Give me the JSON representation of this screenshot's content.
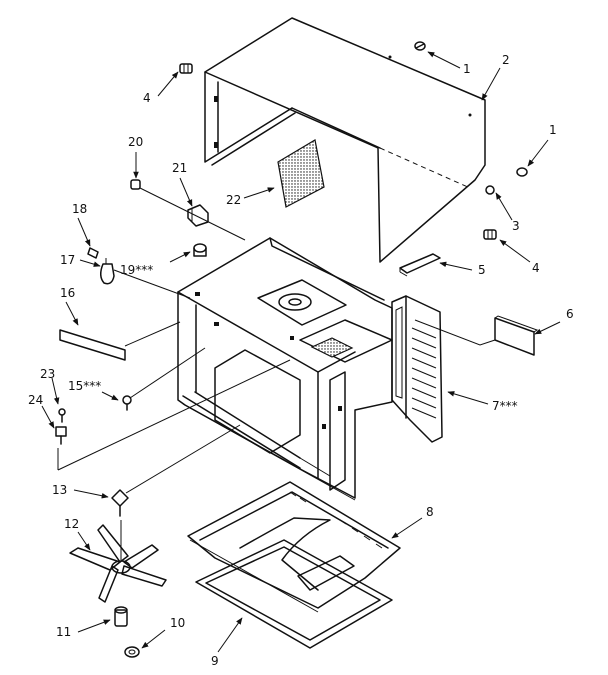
{
  "callouts": [
    {
      "id": "c1a",
      "text": "1"
    },
    {
      "id": "c2",
      "text": "2"
    },
    {
      "id": "c1b",
      "text": "1"
    },
    {
      "id": "c3",
      "text": "3"
    },
    {
      "id": "c4a",
      "text": "4"
    },
    {
      "id": "c4b",
      "text": "4"
    },
    {
      "id": "c5",
      "text": "5"
    },
    {
      "id": "c6",
      "text": "6"
    },
    {
      "id": "c7",
      "text": "7***"
    },
    {
      "id": "c8",
      "text": "8"
    },
    {
      "id": "c9",
      "text": "9"
    },
    {
      "id": "c10",
      "text": "10"
    },
    {
      "id": "c11",
      "text": "11"
    },
    {
      "id": "c12",
      "text": "12"
    },
    {
      "id": "c13",
      "text": "13"
    },
    {
      "id": "c15",
      "text": "15***"
    },
    {
      "id": "c16",
      "text": "16"
    },
    {
      "id": "c17",
      "text": "17"
    },
    {
      "id": "c18",
      "text": "18"
    },
    {
      "id": "c19",
      "text": "19***"
    },
    {
      "id": "c20",
      "text": "20"
    },
    {
      "id": "c21",
      "text": "21"
    },
    {
      "id": "c22",
      "text": "22"
    },
    {
      "id": "c23",
      "text": "23"
    },
    {
      "id": "c24",
      "text": "24"
    }
  ]
}
